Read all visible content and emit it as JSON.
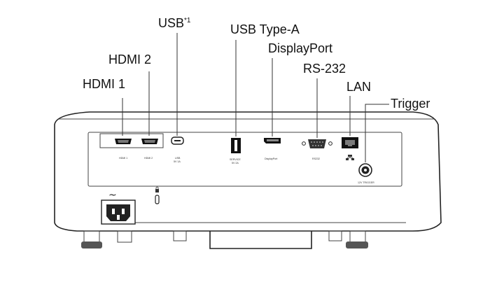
{
  "callouts": {
    "hdmi1": "HDMI 1",
    "hdmi2": "HDMI 2",
    "usb": "USB",
    "usb_sup": "*1",
    "usb_type_a": "USB Type-A",
    "displayport": "DisplayPort",
    "rs232": "RS-232",
    "lan": "LAN",
    "trigger": "Trigger"
  },
  "panel_labels": {
    "hdmi1": "HDMI 1",
    "hdmi2": "HDMI 2",
    "usb_line1": "USB",
    "usb_line2": "5V 1A",
    "service_line1": "SERVICE",
    "service_line2": "5V 2A",
    "displayport": "DisplayPort",
    "rs232": "RS232",
    "trigger": "12V TRIGGER"
  },
  "icons": {
    "ac_symbol": "~",
    "lan_icon": "network-icon",
    "lock_icon": "kensington-lock-icon"
  }
}
